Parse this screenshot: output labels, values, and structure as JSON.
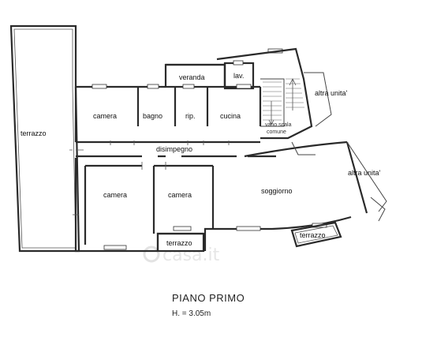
{
  "plan": {
    "rooms": {
      "terrazzo_left": "terrazzo",
      "camera_top": "camera",
      "bagno": "bagno",
      "rip": "rip.",
      "cucina": "cucina",
      "veranda": "veranda",
      "lav": "lav.",
      "vano_scala_line1": "vano scala",
      "vano_scala_line2": "comune",
      "altra_unita_top": "altra unita'",
      "altra_unita_right": "altra unita'",
      "disimpegno": "disimpegno",
      "camera_bottom_left": "camera",
      "camera_bottom_mid": "camera",
      "soggiorno": "soggiorno",
      "terrazzo_bottom_mid": "terrazzo",
      "terrazzo_bottom_right": "terrazzo"
    },
    "title": "PIANO PRIMO",
    "height": "H. = 3.05m",
    "watermark": "casa.it"
  }
}
